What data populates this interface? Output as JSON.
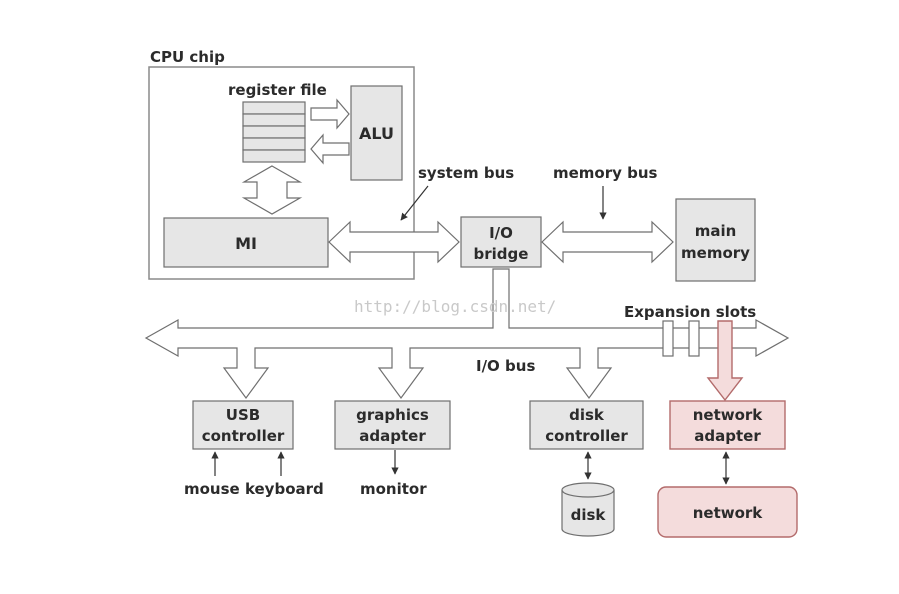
{
  "diagram": {
    "cpu_chip_label": "CPU chip",
    "register_file_label": "register file",
    "alu_label": "ALU",
    "mi_label": "MI",
    "system_bus_label": "system bus",
    "memory_bus_label": "memory bus",
    "io_bridge_line1": "I/O",
    "io_bridge_line2": "bridge",
    "main_memory_line1": "main",
    "main_memory_line2": "memory",
    "expansion_slots_label": "Expansion slots",
    "io_bus_label": "I/O bus",
    "usb_line1": "USB",
    "usb_line2": "controller",
    "graphics_line1": "graphics",
    "graphics_line2": "adapter",
    "disk_controller_line1": "disk",
    "disk_controller_line2": "controller",
    "network_adapter_line1": "network",
    "network_adapter_line2": "adapter",
    "mouse_keyboard_label": "mouse keyboard",
    "monitor_label": "monitor",
    "disk_label": "disk",
    "network_label": "network",
    "watermark": "http://blog.csdn.net/"
  },
  "colors": {
    "box_fill": "#e6e6e6",
    "line": "#6f6f6f",
    "highlight_fill": "#f4dcdc",
    "highlight_stroke": "#b36b6b",
    "arrow_fill": "#ffffff"
  }
}
